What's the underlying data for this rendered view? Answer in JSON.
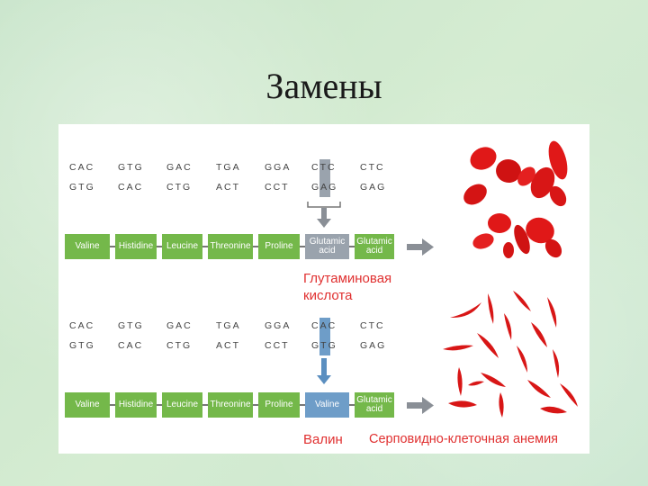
{
  "title": "Замены",
  "normal": {
    "top_strand": [
      "CAC",
      "GTG",
      "GAC",
      "TGA",
      "GGA",
      "CTC",
      "CTC"
    ],
    "bottom_strand": [
      "GTG",
      "CAC",
      "CTG",
      "ACT",
      "CCT",
      "GAG",
      "GAG"
    ],
    "amino_acids": [
      "Valine",
      "Histidine",
      "Leucine",
      "Threonine",
      "Proline",
      "Glutamic acid",
      "Glutamic acid"
    ],
    "label": "Глутаминовая кислота"
  },
  "mutant": {
    "top_strand": [
      "CAC",
      "GTG",
      "GAC",
      "TGA",
      "GGA",
      "CAC",
      "CTC"
    ],
    "bottom_strand": [
      "GTG",
      "CAC",
      "CTG",
      "ACT",
      "CCT",
      "GTG",
      "GAG"
    ],
    "amino_acids": [
      "Valine",
      "Histidine",
      "Leucine",
      "Threonine",
      "Proline",
      "Valine",
      "Glutamic acid"
    ],
    "label_left": "Валин",
    "label_right": "Серповидно-клеточная анемия"
  },
  "colors": {
    "amino_box": "#74b84a",
    "normal_highlight": "#9aa3ad",
    "mutant_highlight": "#6e9dc8",
    "label_text": "#e03030",
    "blood_cell": "#e01818"
  },
  "icons": {
    "normal_cells": "red-blood-cells-icon",
    "sickle_cells": "sickle-cells-icon"
  }
}
